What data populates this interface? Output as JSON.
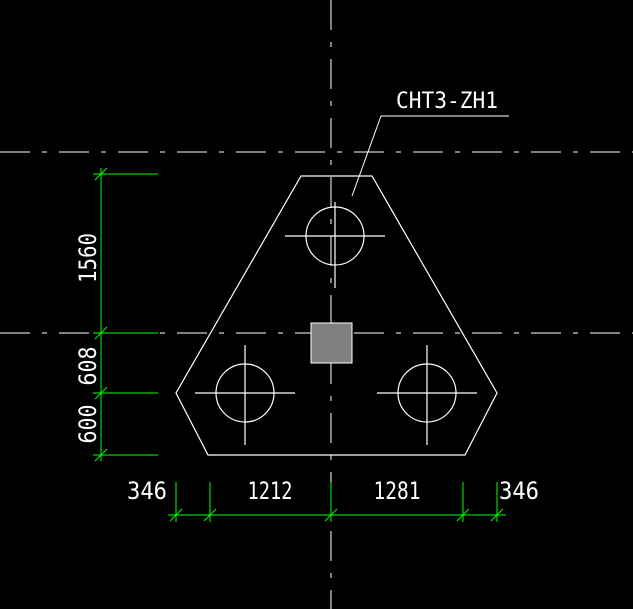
{
  "drawing": {
    "pile_cap_label": "CHT3-ZH1",
    "vertical_dims": [
      "1560",
      "608",
      "600"
    ],
    "horizontal_dims": [
      "346",
      "1212",
      "1281",
      "346"
    ]
  },
  "colors": {
    "background": "#000000",
    "geometry": "#ffffff",
    "axis": "#ffffff",
    "dimension": "#00ff00",
    "column_fill": "#808080"
  }
}
